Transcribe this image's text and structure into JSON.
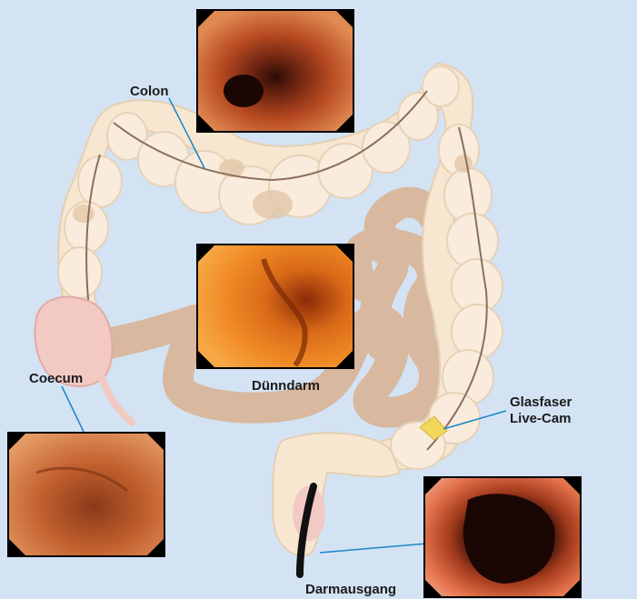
{
  "labels": {
    "colon": "Colon",
    "coecum": "Coecum",
    "duenndarm": "Dünndarm",
    "glasfaser_line1": "Glasfaser",
    "glasfaser_line2": "Live-Cam",
    "darmausgang": "Darmausgang"
  },
  "colors": {
    "background": "#d3e3f4",
    "colon_fill": "#f7e6d0",
    "colon_segment_dark": "#e3c7a8",
    "small_intestine": "#d8b89e",
    "coecum": "#f2c9c3",
    "leader_line": "#1a86c8",
    "endoscope": "#111111",
    "camera": "#f2d75a"
  },
  "icons": {
    "camera_tip": "fiber-camera-icon",
    "endoscope": "endoscope-cable-icon"
  }
}
